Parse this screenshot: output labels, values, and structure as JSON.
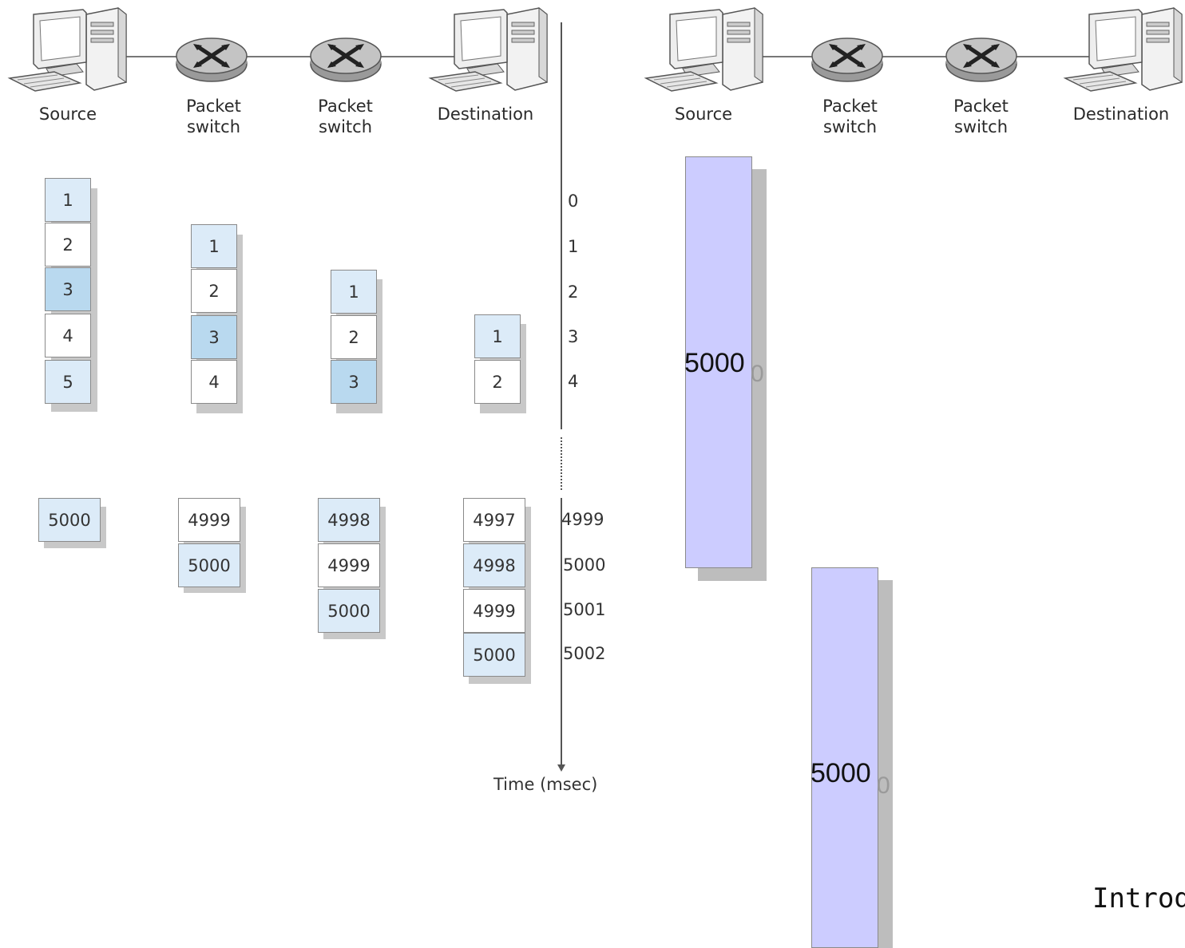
{
  "left": {
    "nodes": [
      {
        "label_line1": "Source",
        "label_line2": ""
      },
      {
        "label_line1": "Packet",
        "label_line2": "switch"
      },
      {
        "label_line1": "Packet",
        "label_line2": "switch"
      },
      {
        "label_line1": "Destination",
        "label_line2": ""
      }
    ],
    "source_packets": [
      "1",
      "2",
      "3",
      "4",
      "5"
    ],
    "switch1_packets": [
      "1",
      "2",
      "3",
      "4"
    ],
    "switch2_packets": [
      "1",
      "2",
      "3"
    ],
    "dest_packets": [
      "1",
      "2"
    ],
    "source_late": [
      "5000"
    ],
    "switch1_late": [
      "4999",
      "5000"
    ],
    "switch2_late": [
      "4998",
      "4999",
      "5000"
    ],
    "dest_late": [
      "4997",
      "4998",
      "4999",
      "5000"
    ],
    "time_ticks_top": [
      "0",
      "1",
      "2",
      "3",
      "4"
    ],
    "time_ticks_bottom": [
      "4999",
      "5000",
      "5001",
      "5002"
    ],
    "time_label": "Time (msec)"
  },
  "right": {
    "nodes": [
      {
        "label_line1": "Source",
        "label_line2": ""
      },
      {
        "label_line1": "Packet",
        "label_line2": "switch"
      },
      {
        "label_line1": "Packet",
        "label_line2": "switch"
      },
      {
        "label_line1": "Destination",
        "label_line2": ""
      }
    ],
    "block1_label": "5000",
    "block2_label": "5000",
    "ghost_digit": "0"
  },
  "footer": {
    "text": "Introd"
  },
  "colors": {
    "light_blue": "#dcebf8",
    "mid_blue": "#b9d9ef",
    "lavender": "#ccccff"
  },
  "icons": [
    "computer-icon",
    "router-icon"
  ]
}
